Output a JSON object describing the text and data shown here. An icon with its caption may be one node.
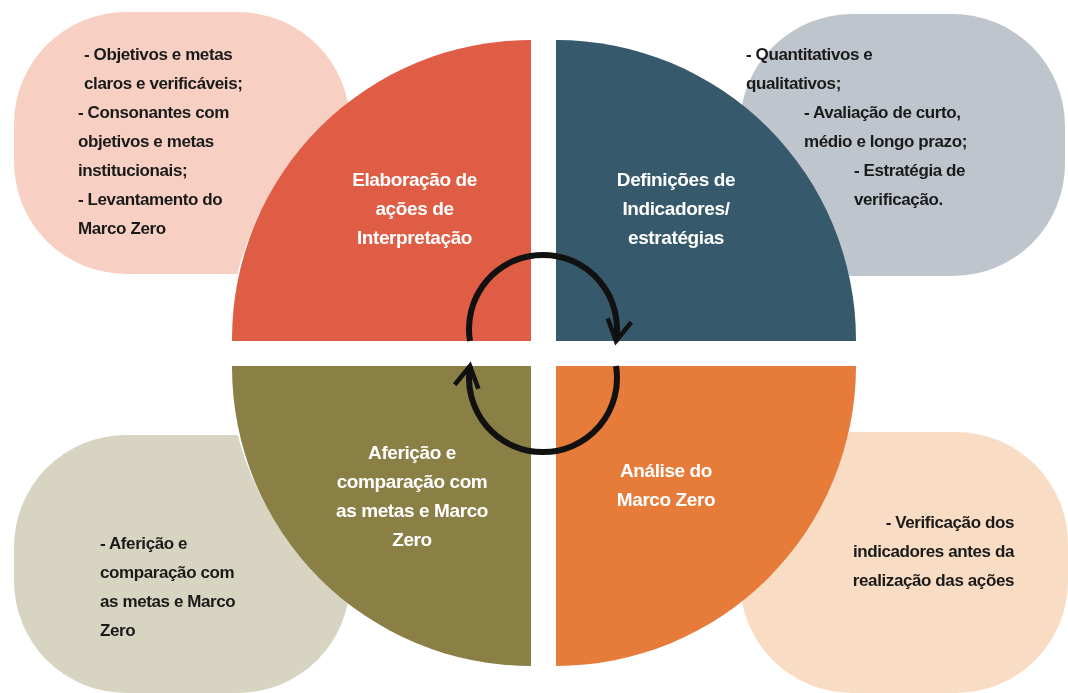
{
  "diagram": {
    "nodes": [
      {
        "text": [
          "- Objetivos e metas claros e verificáveis;",
          "- Consonantes com objetivos e metas institucionais;",
          "- Levantamento do Marco Zero"
        ]
      },
      {
        "text": [
          "- Quantitativos e qualitativos;",
          "- Avaliação de curto, médio e longo prazo;",
          "- Estratégia de verificação."
        ]
      },
      {
        "text": [
          "Elaboração de ações de Interpretação"
        ]
      },
      {
        "text": [
          "Definições de Indicadores/ estratégias"
        ]
      },
      {
        "text": [
          "Aferição e comparação com as metas e Marco Zero"
        ]
      },
      {
        "text": [
          "Análise do Marco Zero"
        ]
      },
      {
        "text": [
          "- Aferição e comparação com as metas e Marco Zero"
        ]
      },
      {
        "text": [
          "- Verificação dos indicadores antes da realização das ações"
        ]
      }
    ],
    "edges": [
      {
        "from": 2,
        "to": 3,
        "arrow": "to"
      },
      {
        "from": 5,
        "to": 4,
        "arrow": "to"
      }
    ]
  }
}
